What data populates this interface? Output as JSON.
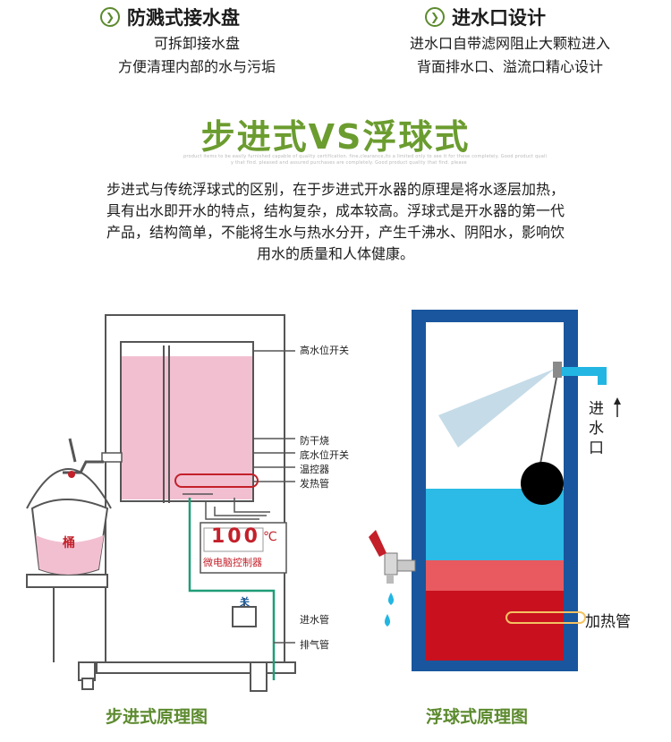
{
  "features": [
    {
      "icon": "chevron-right-icon",
      "title": "防溅式接水盘",
      "lines": [
        "可拆卸接水盘",
        "方便清理内部的水与污垢"
      ]
    },
    {
      "icon": "chevron-right-icon",
      "title": "进水口设计",
      "lines": [
        "进水口自带滤网阻止大颗粒进入",
        "背面排水口、溢流口精心设计"
      ]
    }
  ],
  "comparison": {
    "title": "步进式VS浮球式",
    "tiny_lines": [
      "product items to be easily furnished capable of quality certification. fine,clearance,its a limited only to see it for these completely. Good product quali",
      "y that find. pleased and assured purchases are completely. Good product quality that find. please"
    ],
    "description": "步进式与传统浮球式的区别，在于步进式开水器的原理是将水逐层加热，具有出水即开水的特点，结构复杂，成本较高。浮球式是开水器的第一代产品，结构简单，不能将生水与热水分开，产生千沸水、阴阳水，影响饮用水的质量和人体健康。",
    "desc_lines": [
      "步进式与传统浮球式的区别，在于步进式开水器的原理是将水逐层加热，",
      "具有出水即开水的特点，结构复杂，成本较高。浮球式是开水器的第一代",
      "产品，结构简单，不能将生水与热水分开，产生千沸水、阴阳水，影响饮",
      "用水的质量和人体健康。"
    ]
  },
  "step_diagram": {
    "labels": {
      "high_level": "高水位开关",
      "anti_dry": "防干烧",
      "low_level": "底水位开关",
      "temp": "温控器",
      "heater": "发热管",
      "inlet": "进水管",
      "vent": "排气管",
      "bucket": "桶",
      "valve": "关"
    },
    "controller": {
      "display": "100",
      "unit": "℃",
      "label": "微电脑控制器"
    },
    "caption": "步进式原理图"
  },
  "float_diagram": {
    "labels": {
      "inlet": "进水口",
      "heater": "加热管"
    },
    "caption": "浮球式原理图"
  },
  "colors": {
    "accent": "#6b9c2f",
    "pink_water": "#f2bfd1",
    "blue_tank": "#19569e",
    "cyan_water": "#2bbbe6",
    "red_water": "#c8101f"
  }
}
